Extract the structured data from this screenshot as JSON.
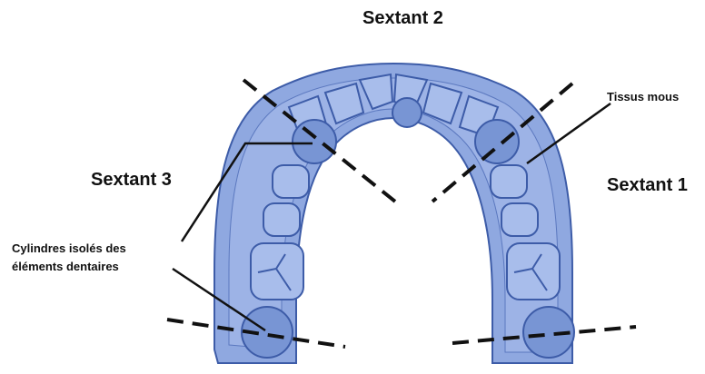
{
  "labels": {
    "sextant_2": "Sextant 2",
    "sextant_3": "Sextant 3",
    "sextant_1": "Sextant 1",
    "tissus_mous": "Tissus mous",
    "cylindres_line1": "Cylindres isolés des",
    "cylindres_line2": "éléments dentaires"
  },
  "colors": {
    "arch_fill": "#8fa8e0",
    "arch_stroke": "#3d5ca8",
    "cylinder_fill": "#7895d4",
    "line": "#111111"
  }
}
